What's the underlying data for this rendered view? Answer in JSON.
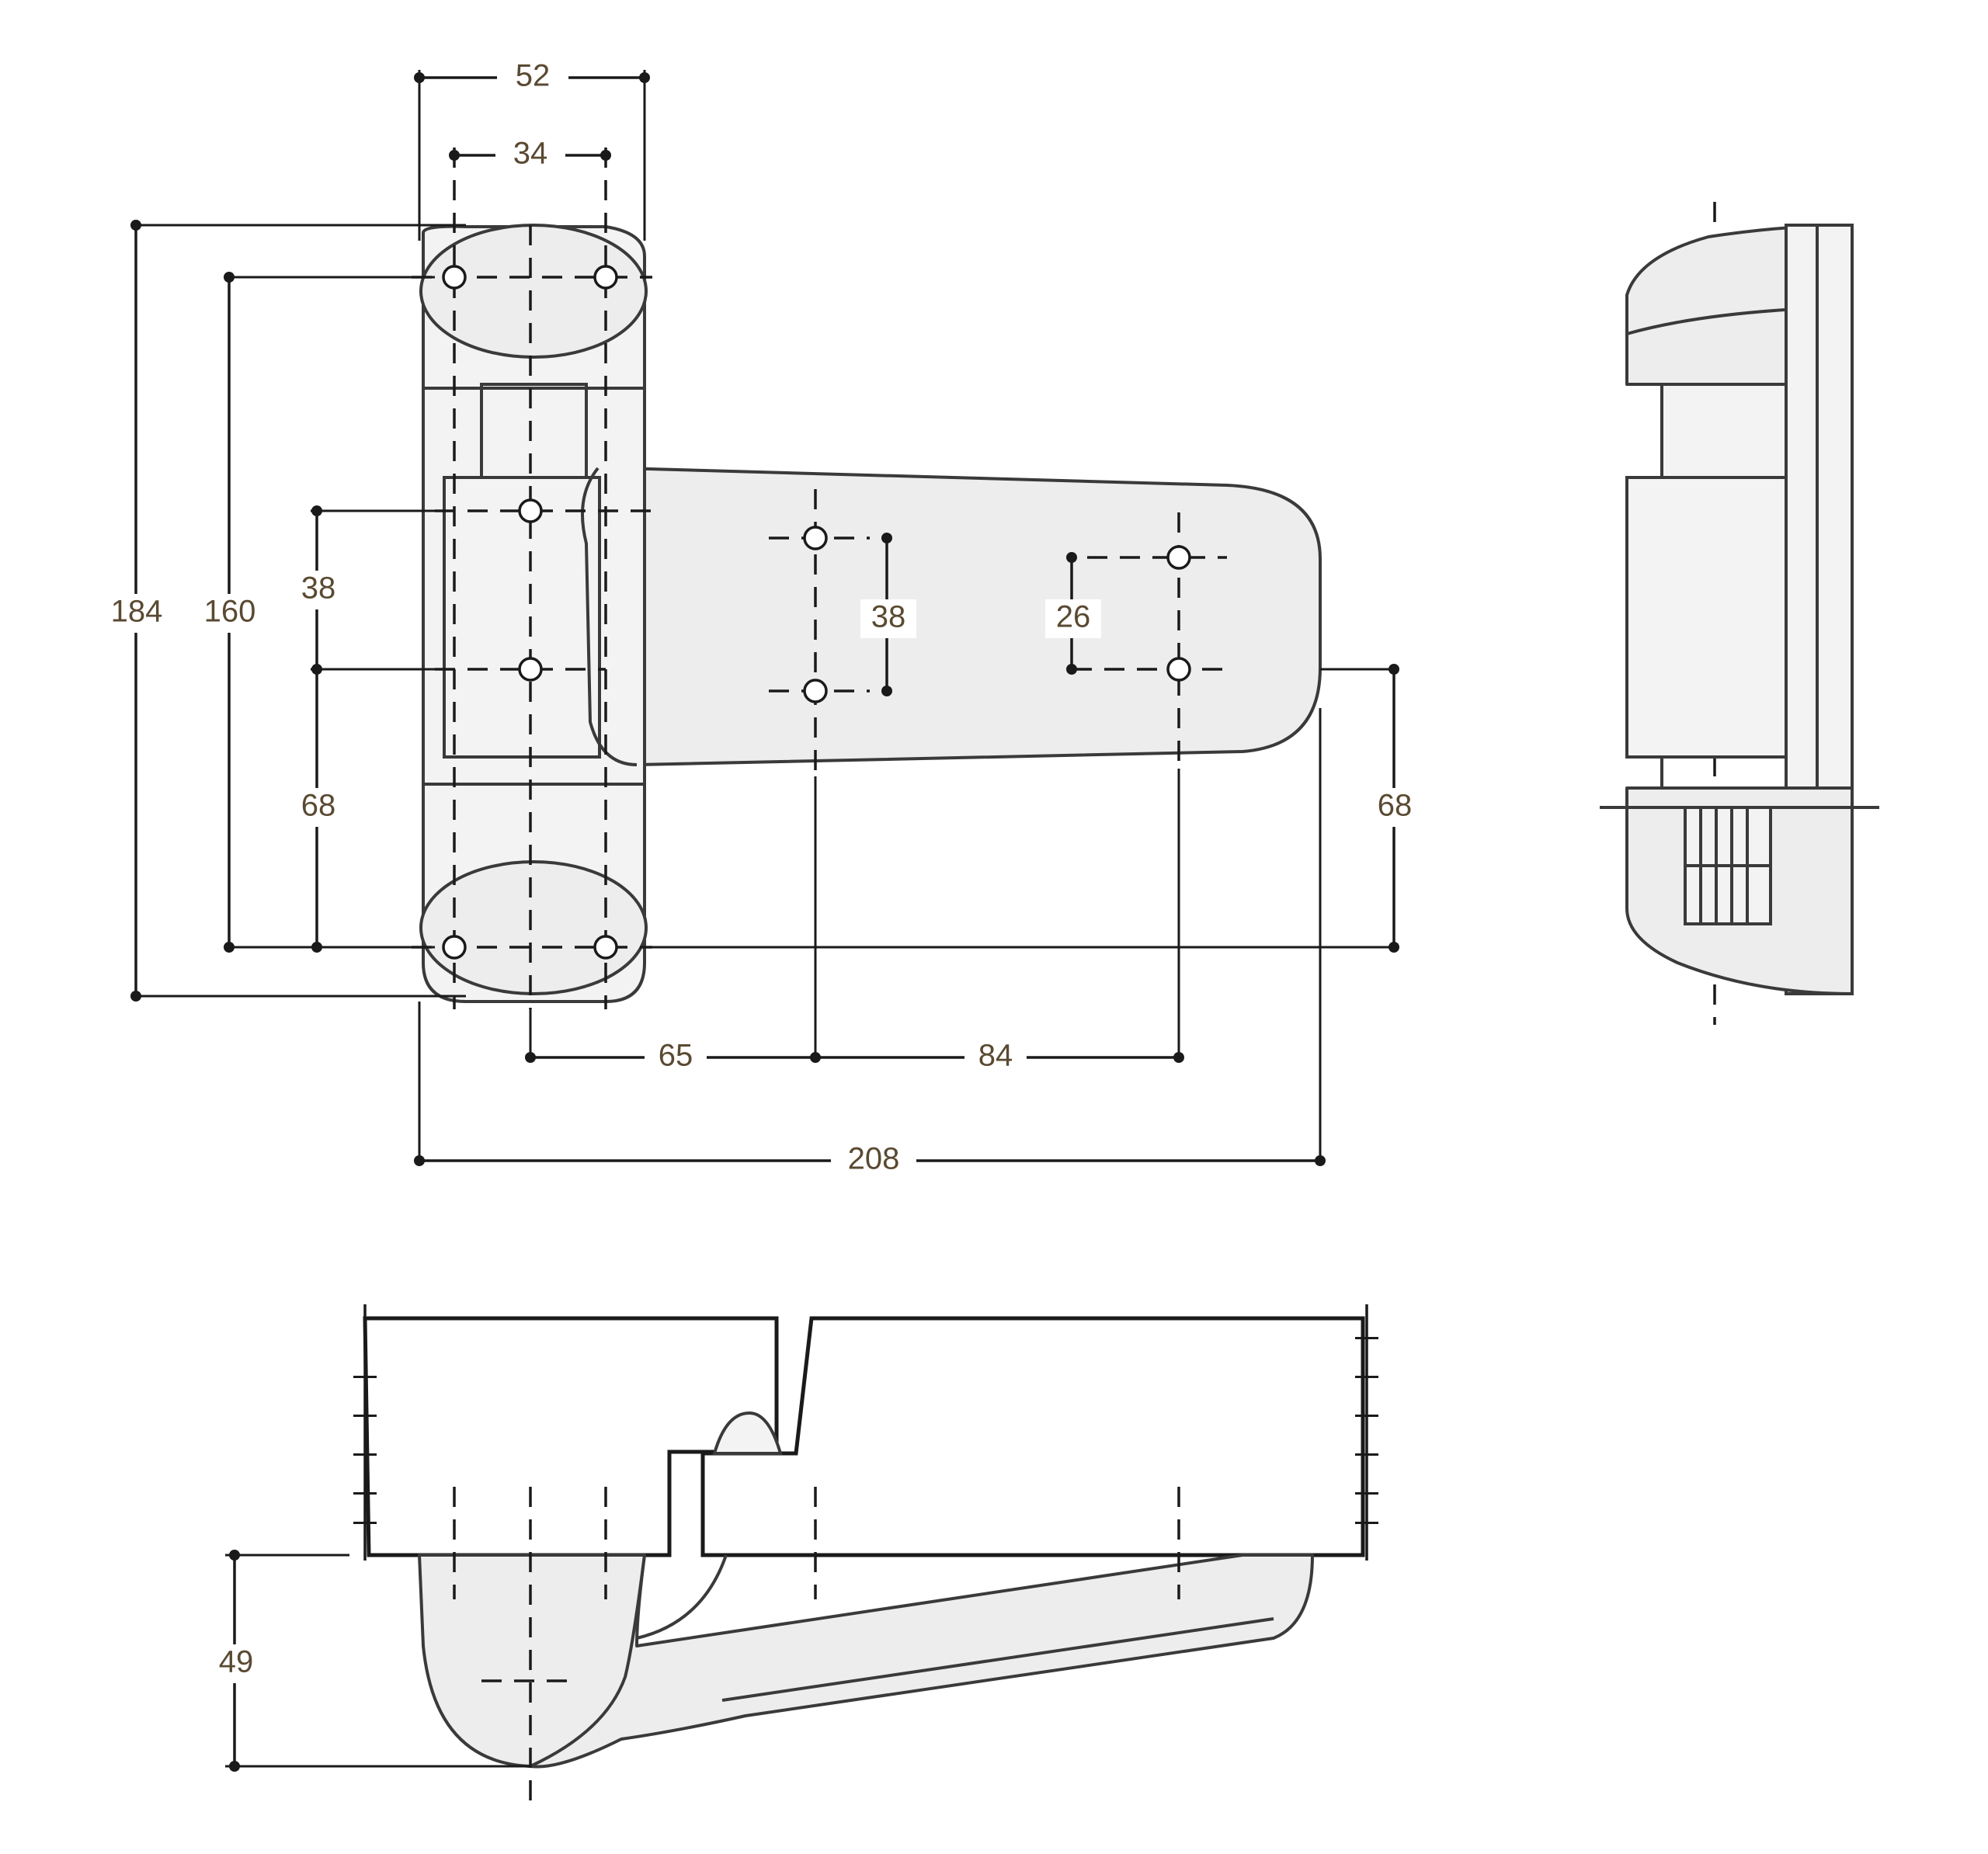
{
  "dimensions": {
    "overall_width_top": "52",
    "hole_spacing_top": "34",
    "overall_height": "184",
    "mount_hole_height": "160",
    "pin_hole_spacing": "38",
    "pin_to_bottom_hole": "68",
    "leaf_hole_spacing_1": "38",
    "leaf_hole_spacing_2": "26",
    "right_offset": "68",
    "axis_to_leaf_hole": "65",
    "leaf_hole_distance": "84",
    "overall_length": "208",
    "projection_depth": "49"
  },
  "colors": {
    "part_fill": "#ededed",
    "line": "#1a1a1a",
    "dimension_text": "#5a4a32"
  }
}
